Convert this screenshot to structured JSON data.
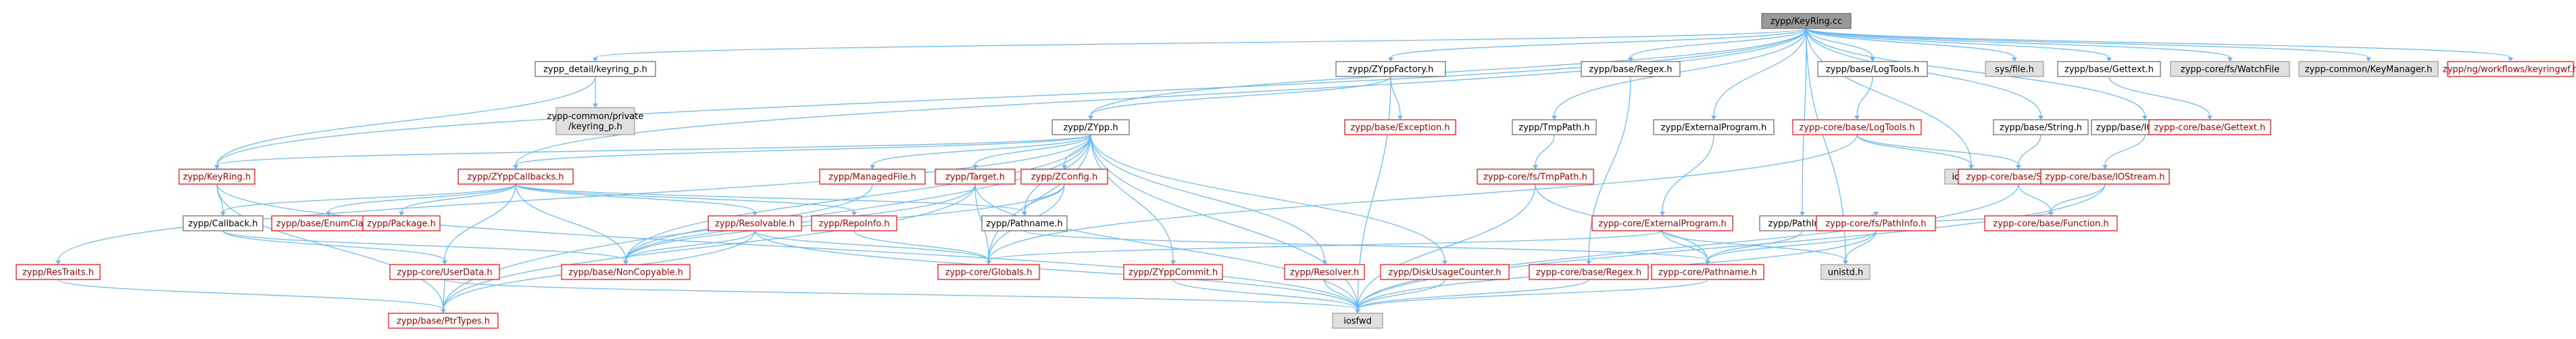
{
  "colors": {
    "edge": "#63b8ff",
    "root_fill": "#999999",
    "root_stroke": "#666666",
    "file_fill": "#ffffff",
    "file_stroke": "#666666",
    "partial_stroke": "#ff0000",
    "system_fill": "#e0e0e0",
    "system_stroke": "#999999",
    "text_dark": "#000000",
    "text_partial": "#b00000"
  },
  "nodes": [
    {
      "id": "root",
      "label": "zypp/KeyRing.cc",
      "kind": "root"
    },
    {
      "id": "detail_keyring_p",
      "label": "zypp_detail/keyring_p.h",
      "kind": "file"
    },
    {
      "id": "common_private",
      "label": "zypp-common/private\n/keyring_p.h",
      "kind": "system"
    },
    {
      "id": "zyppfactory",
      "label": "zypp/ZYppFactory.h",
      "kind": "file"
    },
    {
      "id": "regex",
      "label": "zypp/base/Regex.h",
      "kind": "file"
    },
    {
      "id": "logtools",
      "label": "zypp/base/LogTools.h",
      "kind": "file"
    },
    {
      "id": "sysfile",
      "label": "sys/file.h",
      "kind": "system"
    },
    {
      "id": "gettext",
      "label": "zypp/base/Gettext.h",
      "kind": "file"
    },
    {
      "id": "watchfile",
      "label": "zypp-core/fs/WatchFile",
      "kind": "system"
    },
    {
      "id": "keymanager",
      "label": "zypp-common/KeyManager.h",
      "kind": "system"
    },
    {
      "id": "keyringwf",
      "label": "zypp/ng/workflows/keyringwf.h",
      "kind": "partial"
    },
    {
      "id": "zypp",
      "label": "zypp/ZYpp.h",
      "kind": "file"
    },
    {
      "id": "exception",
      "label": "zypp/base/Exception.h",
      "kind": "partial"
    },
    {
      "id": "tmppath",
      "label": "zypp/TmpPath.h",
      "kind": "file"
    },
    {
      "id": "extprog",
      "label": "zypp/ExternalProgram.h",
      "kind": "file"
    },
    {
      "id": "core_logtools",
      "label": "zypp-core/base/LogTools.h",
      "kind": "partial"
    },
    {
      "id": "string",
      "label": "zypp/base/String.h",
      "kind": "file"
    },
    {
      "id": "iostream_h",
      "label": "zypp/base/IOStream.h",
      "kind": "file"
    },
    {
      "id": "core_gettext",
      "label": "zypp-core/base/Gettext.h",
      "kind": "partial"
    },
    {
      "id": "keyring",
      "label": "zypp/KeyRing.h",
      "kind": "partial"
    },
    {
      "id": "callbacks",
      "label": "zypp/ZYppCallbacks.h",
      "kind": "partial"
    },
    {
      "id": "managedfile",
      "label": "zypp/ManagedFile.h",
      "kind": "partial"
    },
    {
      "id": "target",
      "label": "zypp/Target.h",
      "kind": "partial"
    },
    {
      "id": "zconfig",
      "label": "zypp/ZConfig.h",
      "kind": "partial"
    },
    {
      "id": "core_tmppath",
      "label": "zypp-core/fs/TmpPath.h",
      "kind": "partial"
    },
    {
      "id": "core_extprog",
      "label": "zypp-core/ExternalProgram.h",
      "kind": "partial"
    },
    {
      "id": "iostream",
      "label": "iostream",
      "kind": "system"
    },
    {
      "id": "core_string",
      "label": "zypp-core/base/String.h",
      "kind": "partial"
    },
    {
      "id": "core_iostream",
      "label": "zypp-core/base/IOStream.h",
      "kind": "partial"
    },
    {
      "id": "pathinfo",
      "label": "zypp/PathInfo.h",
      "kind": "file"
    },
    {
      "id": "core_pathinfo",
      "label": "zypp-core/fs/PathInfo.h",
      "kind": "partial"
    },
    {
      "id": "function",
      "label": "zypp-core/base/Function.h",
      "kind": "partial"
    },
    {
      "id": "restraits",
      "label": "zypp/ResTraits.h",
      "kind": "partial"
    },
    {
      "id": "callback",
      "label": "zypp/Callback.h",
      "kind": "file"
    },
    {
      "id": "enumclass",
      "label": "zypp/base/EnumClass.h",
      "kind": "partial"
    },
    {
      "id": "package",
      "label": "zypp/Package.h",
      "kind": "partial"
    },
    {
      "id": "resolvable",
      "label": "zypp/Resolvable.h",
      "kind": "partial"
    },
    {
      "id": "repoinfo",
      "label": "zypp/RepoInfo.h",
      "kind": "partial"
    },
    {
      "id": "pathname",
      "label": "zypp/Pathname.h",
      "kind": "file"
    },
    {
      "id": "unistd",
      "label": "unistd.h",
      "kind": "system"
    },
    {
      "id": "userdata",
      "label": "zypp-core/UserData.h",
      "kind": "partial"
    },
    {
      "id": "noncopyable",
      "label": "zypp/base/NonCopyable.h",
      "kind": "partial"
    },
    {
      "id": "globals",
      "label": "zypp-core/Globals.h",
      "kind": "partial"
    },
    {
      "id": "zyppcommit",
      "label": "zypp/ZYppCommit.h",
      "kind": "partial"
    },
    {
      "id": "resolver",
      "label": "zypp/Resolver.h",
      "kind": "partial"
    },
    {
      "id": "diskusage",
      "label": "zypp/DiskUsageCounter.h",
      "kind": "partial"
    },
    {
      "id": "core_regex",
      "label": "zypp-core/base/Regex.h",
      "kind": "partial"
    },
    {
      "id": "core_pathname",
      "label": "zypp-core/Pathname.h",
      "kind": "partial"
    },
    {
      "id": "ptrtypes",
      "label": "zypp/base/PtrTypes.h",
      "kind": "partial"
    },
    {
      "id": "iosfwd",
      "label": "iosfwd",
      "kind": "system"
    }
  ],
  "edges": [
    [
      "root",
      "detail_keyring_p"
    ],
    [
      "root",
      "zyppfactory"
    ],
    [
      "root",
      "regex"
    ],
    [
      "root",
      "logtools"
    ],
    [
      "root",
      "sysfile"
    ],
    [
      "root",
      "gettext"
    ],
    [
      "root",
      "watchfile"
    ],
    [
      "root",
      "keymanager"
    ],
    [
      "root",
      "keyringwf"
    ],
    [
      "root",
      "zypp"
    ],
    [
      "root",
      "tmppath"
    ],
    [
      "root",
      "extprog"
    ],
    [
      "root",
      "pathinfo"
    ],
    [
      "root",
      "iostream"
    ],
    [
      "root",
      "string"
    ],
    [
      "root",
      "iostream_h"
    ],
    [
      "root",
      "unistd"
    ],
    [
      "root",
      "keyring"
    ],
    [
      "root",
      "callbacks"
    ],
    [
      "detail_keyring_p",
      "common_private"
    ],
    [
      "detail_keyring_p",
      "keyring"
    ],
    [
      "zyppfactory",
      "zypp"
    ],
    [
      "zyppfactory",
      "exception"
    ],
    [
      "zyppfactory",
      "iosfwd"
    ],
    [
      "regex",
      "core_regex"
    ],
    [
      "logtools",
      "core_logtools"
    ],
    [
      "gettext",
      "core_gettext"
    ],
    [
      "zypp",
      "keyring"
    ],
    [
      "zypp",
      "callbacks"
    ],
    [
      "zypp",
      "managedfile"
    ],
    [
      "zypp",
      "target"
    ],
    [
      "zypp",
      "zconfig"
    ],
    [
      "zypp",
      "pathname"
    ],
    [
      "zypp",
      "globals"
    ],
    [
      "zypp",
      "zyppcommit"
    ],
    [
      "zypp",
      "resolver"
    ],
    [
      "zypp",
      "diskusage"
    ],
    [
      "zypp",
      "iosfwd"
    ],
    [
      "zypp",
      "restraits"
    ],
    [
      "zypp",
      "ptrtypes"
    ],
    [
      "zypp",
      "noncopyable"
    ],
    [
      "tmppath",
      "core_tmppath"
    ],
    [
      "extprog",
      "core_extprog"
    ],
    [
      "core_logtools",
      "iostream"
    ],
    [
      "core_logtools",
      "core_string"
    ],
    [
      "core_logtools",
      "globals"
    ],
    [
      "string",
      "core_string"
    ],
    [
      "iostream_h",
      "core_iostream"
    ],
    [
      "core_string",
      "function"
    ],
    [
      "core_string",
      "iosfwd"
    ],
    [
      "core_iostream",
      "function"
    ],
    [
      "core_iostream",
      "iosfwd"
    ],
    [
      "pathinfo",
      "core_pathinfo"
    ],
    [
      "pathinfo",
      "core_pathname"
    ],
    [
      "pathinfo",
      "function"
    ],
    [
      "core_pathinfo",
      "unistd"
    ],
    [
      "core_pathinfo",
      "core_pathname"
    ],
    [
      "core_pathinfo",
      "iosfwd"
    ],
    [
      "keyring",
      "callback"
    ],
    [
      "keyring",
      "ptrtypes"
    ],
    [
      "keyring",
      "iosfwd"
    ],
    [
      "callbacks",
      "callback"
    ],
    [
      "callbacks",
      "enumclass"
    ],
    [
      "callbacks",
      "package"
    ],
    [
      "callbacks",
      "resolvable"
    ],
    [
      "callbacks",
      "repoinfo"
    ],
    [
      "callbacks",
      "pathname"
    ],
    [
      "callbacks",
      "userdata"
    ],
    [
      "callbacks",
      "noncopyable"
    ],
    [
      "callback",
      "userdata"
    ],
    [
      "callback",
      "noncopyable"
    ],
    [
      "managedfile",
      "noncopyable"
    ],
    [
      "target",
      "ptrtypes"
    ],
    [
      "target",
      "noncopyable"
    ],
    [
      "target",
      "globals"
    ],
    [
      "target",
      "iosfwd"
    ],
    [
      "zconfig",
      "pathname"
    ],
    [
      "zconfig",
      "globals"
    ],
    [
      "zconfig",
      "noncopyable"
    ],
    [
      "resolvable",
      "noncopyable"
    ],
    [
      "resolvable",
      "globals"
    ],
    [
      "resolvable",
      "ptrtypes"
    ],
    [
      "resolvable",
      "iosfwd"
    ],
    [
      "repoinfo",
      "globals"
    ],
    [
      "pathname",
      "core_pathname"
    ],
    [
      "core_tmppath",
      "core_pathname"
    ],
    [
      "core_tmppath",
      "iosfwd"
    ],
    [
      "core_extprog",
      "unistd"
    ],
    [
      "core_extprog",
      "core_pathname"
    ],
    [
      "core_extprog",
      "globals"
    ],
    [
      "core_regex",
      "iosfwd"
    ],
    [
      "core_pathname",
      "iosfwd"
    ],
    [
      "userdata",
      "ptrtypes"
    ],
    [
      "userdata",
      "iosfwd"
    ],
    [
      "restraits",
      "ptrtypes"
    ],
    [
      "zyppcommit",
      "iosfwd"
    ],
    [
      "resolver",
      "iosfwd"
    ],
    [
      "diskusage",
      "iosfwd"
    ]
  ]
}
